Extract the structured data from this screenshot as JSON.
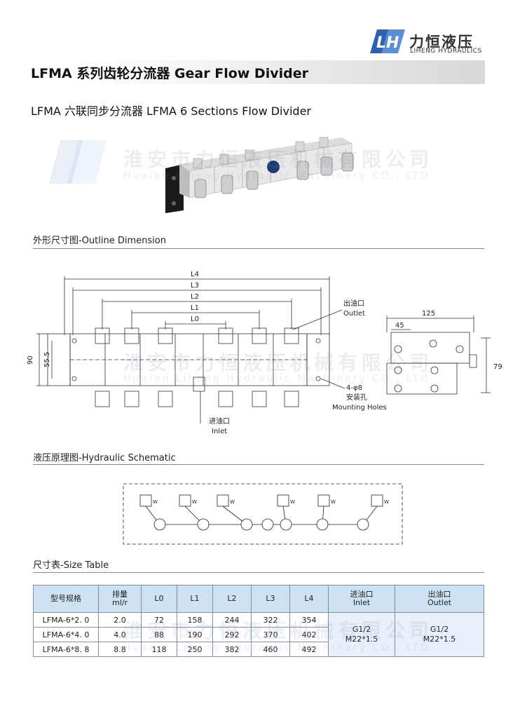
{
  "brand": {
    "name_cn": "力恒液压",
    "name_en": "LIHENG HYDRAULICS"
  },
  "header": {
    "title": "LFMA 系列齿轮分流器 Gear Flow Divider",
    "subtitle": "LFMA 六联同步分流器 LFMA 6 Sections Flow Divider"
  },
  "watermark": {
    "company_cn": "淮安市力恒液压机械有限公司",
    "company_en": "Huaian Liheng Hydraulic Machinery CO., LTD"
  },
  "sections": {
    "outline": "外形尺寸图-Outline Dimension",
    "schematic": "液压原理图-Hydraulic Schematic",
    "size_table": "尺寸表-Size Table"
  },
  "outline": {
    "dims": {
      "L4": "L4",
      "L3": "L3",
      "L2": "L2",
      "L1": "L1",
      "L0": "L0",
      "h90": "90",
      "h55": "55.5",
      "w125": "125",
      "w45": "45",
      "h79": "79"
    },
    "outlet_cn": "出油口",
    "outlet_en": "Outlet",
    "holes_spec": "4-φ8",
    "holes_cn": "安装孔",
    "holes_en": "Mounting Holes",
    "inlet_cn": "进油口",
    "inlet_en": "Inlet"
  },
  "schematic": {
    "valve_label": "W"
  },
  "table": {
    "headers": {
      "model_cn": "型号规格",
      "disp_cn": "排量",
      "disp_unit": "ml/r",
      "L0": "L0",
      "L1": "L1",
      "L2": "L2",
      "L3": "L3",
      "L4": "L4",
      "inlet_cn": "进油口",
      "inlet_en": "Inlet",
      "outlet_cn": "出油口",
      "outlet_en": "Outlet"
    },
    "rows": [
      {
        "model": "LFMA-6*2. 0",
        "disp": "2.0",
        "L0": "72",
        "L1": "158",
        "L2": "244",
        "L3": "322",
        "L4": "354"
      },
      {
        "model": "LFMA-6*4. 0",
        "disp": "4.0",
        "L0": "88",
        "L1": "190",
        "L2": "292",
        "L3": "370",
        "L4": "402"
      },
      {
        "model": "LFMA-6*8. 8",
        "disp": "8.8",
        "L0": "118",
        "L1": "250",
        "L2": "382",
        "L3": "460",
        "L4": "492"
      }
    ],
    "inlet_port": {
      "thread": "G1/2",
      "metric": "M22*1.5"
    },
    "outlet_port": {
      "thread": "G1/2",
      "metric": "M22*1.5"
    }
  },
  "colors": {
    "accent_blue": "#2e62b0",
    "table_header": "#cfe2f3"
  }
}
